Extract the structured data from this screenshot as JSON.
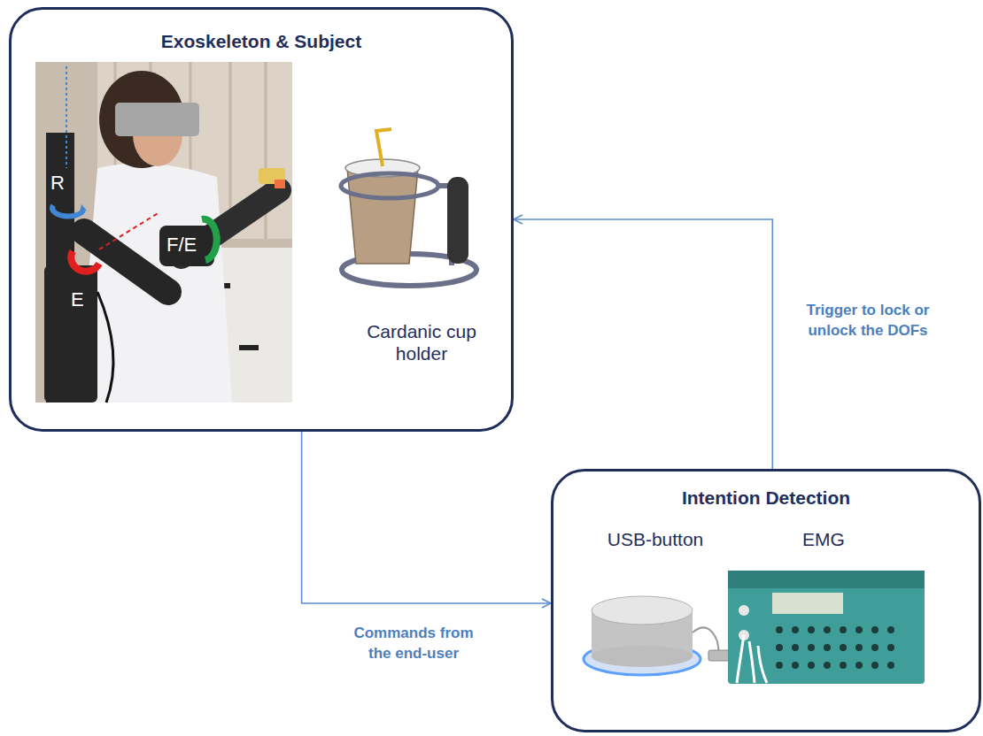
{
  "diagram": {
    "nodes": [
      {
        "text": [
          "Exoskeleton & Subject"
        ]
      },
      {
        "text": [
          "Intention Detection"
        ]
      }
    ],
    "edges": [
      {
        "from": 0,
        "to": 1,
        "arrow": "to",
        "label": "Commands from the end-user"
      },
      {
        "from": 1,
        "to": 0,
        "arrow": "to",
        "label": "Trigger to lock or unlock the DOFs"
      }
    ],
    "labels": [
      "R",
      "E",
      "F/E",
      "Cardanic cup holder",
      "USB-button",
      "EMG"
    ]
  }
}
